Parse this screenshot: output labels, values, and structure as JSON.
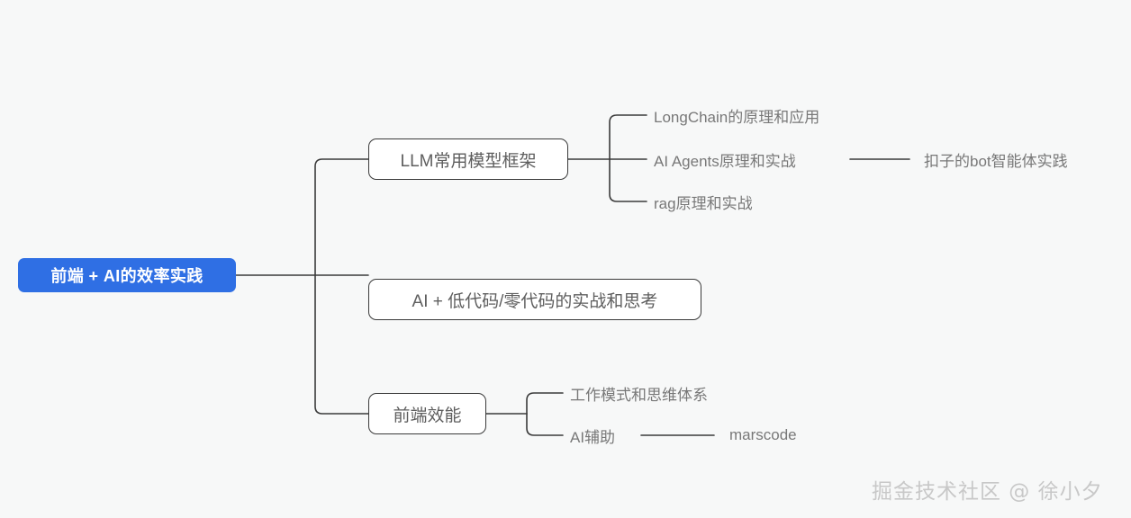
{
  "canvas": {
    "background_color": "#f7f8f8",
    "line_color": "#3a3a3a",
    "root_color": "#2f6fe4",
    "node_text_color": "#5e5e5e",
    "leaf_text_color": "#787878"
  },
  "mindmap": {
    "root": {
      "label": "前端 + AI的效率实践"
    },
    "branches": [
      {
        "label": "LLM常用模型框架",
        "children": [
          {
            "label": "LongChain的原理和应用",
            "children": []
          },
          {
            "label": "AI Agents原理和实战",
            "children": [
              {
                "label": "扣子的bot智能体实践"
              }
            ]
          },
          {
            "label": "rag原理和实战",
            "children": []
          }
        ]
      },
      {
        "label": "AI + 低代码/零代码的实战和思考",
        "children": []
      },
      {
        "label": "前端效能",
        "children": [
          {
            "label": "工作模式和思维体系",
            "children": []
          },
          {
            "label": "AI辅助",
            "children": [
              {
                "label": "marscode"
              }
            ]
          }
        ]
      }
    ]
  },
  "watermark": {
    "text": "掘金技术社区 @ 徐小夕"
  }
}
